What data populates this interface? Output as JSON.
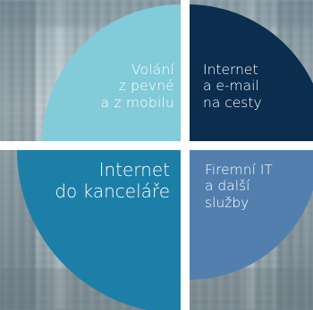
{
  "quadrants": {
    "top_left": {
      "text": "Volání\nz pevné\na z mobilu",
      "color": "#82cbd9"
    },
    "top_right": {
      "text": "Internet\na e-mail\nna cesty",
      "color": "#0b2e4f"
    },
    "bottom_left": {
      "text": "Internet\ndo kanceláře",
      "color": "#1d7fa8"
    },
    "bottom_right": {
      "text": "Firemní IT\na další\nslužby",
      "color": "#527fae"
    }
  }
}
